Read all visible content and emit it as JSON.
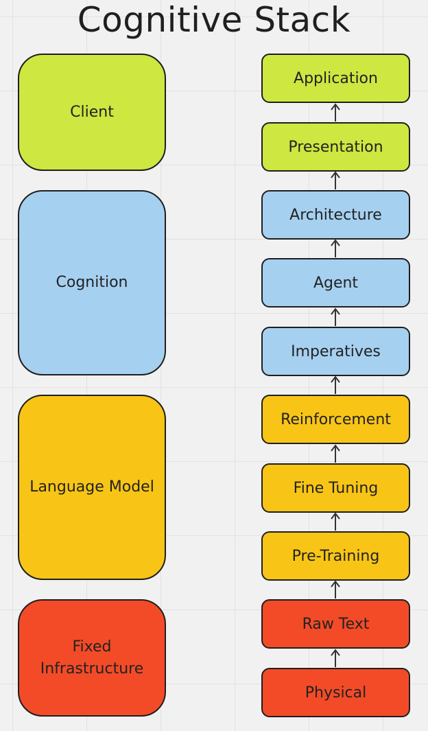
{
  "title": "Cognitive Stack",
  "colors": {
    "client": "#cee741",
    "cognition": "#a6d0f0",
    "language_model": "#f8c516",
    "infrastructure": "#f34b27",
    "stroke": "#1e1e1e"
  },
  "groups": [
    {
      "label": "Client",
      "color": "#cee741"
    },
    {
      "label": "Cognition",
      "color": "#a6d0f0"
    },
    {
      "label": "Language Model",
      "color": "#f8c516"
    },
    {
      "label": "Fixed Infrastructure",
      "color": "#f34b27"
    }
  ],
  "layers": [
    {
      "label": "Application",
      "color": "#cee741"
    },
    {
      "label": "Presentation",
      "color": "#cee741"
    },
    {
      "label": "Architecture",
      "color": "#a6d0f0"
    },
    {
      "label": "Agent",
      "color": "#a6d0f0"
    },
    {
      "label": "Imperatives",
      "color": "#a6d0f0"
    },
    {
      "label": "Reinforcement",
      "color": "#f8c516"
    },
    {
      "label": "Fine Tuning",
      "color": "#f8c516"
    },
    {
      "label": "Pre-Training",
      "color": "#f8c516"
    },
    {
      "label": "Raw Text",
      "color": "#f34b27"
    },
    {
      "label": "Physical",
      "color": "#f34b27"
    }
  ]
}
